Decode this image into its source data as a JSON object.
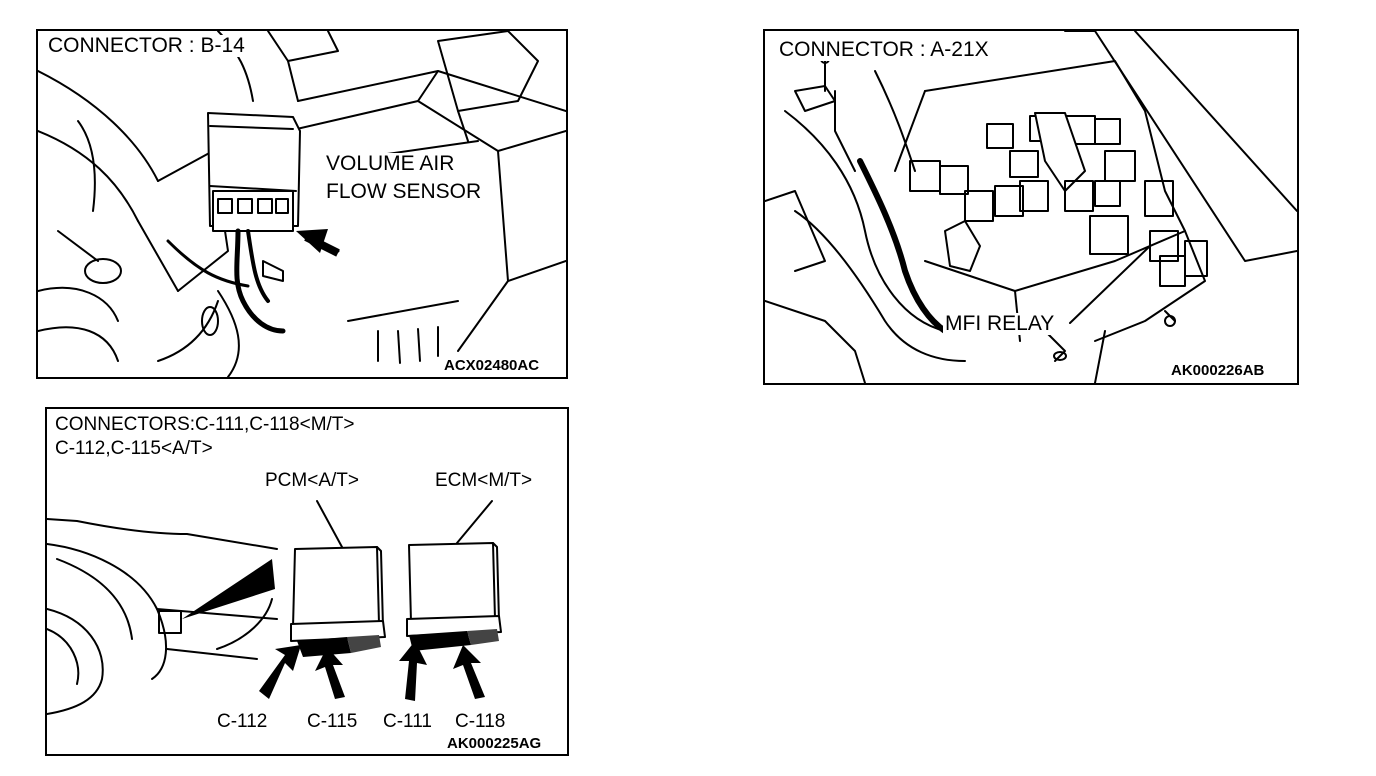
{
  "panels": [
    {
      "title": "CONNECTOR : B-14",
      "callout_line1": "VOLUME AIR",
      "callout_line2": "FLOW SENSOR",
      "code": "ACX02480AC"
    },
    {
      "title": "CONNECTOR : A-21X",
      "callout": "MFI RELAY",
      "code": "AK000226AB"
    },
    {
      "title_line1": "CONNECTORS:C-111,C-118<M/T>",
      "title_line2": "C-112,C-115<A/T>",
      "label_pcm": "PCM<A/T>",
      "label_ecm": "ECM<M/T>",
      "connectors": [
        "C-112",
        "C-115",
        "C-111",
        "C-118"
      ],
      "code": "AK000225AG"
    }
  ]
}
